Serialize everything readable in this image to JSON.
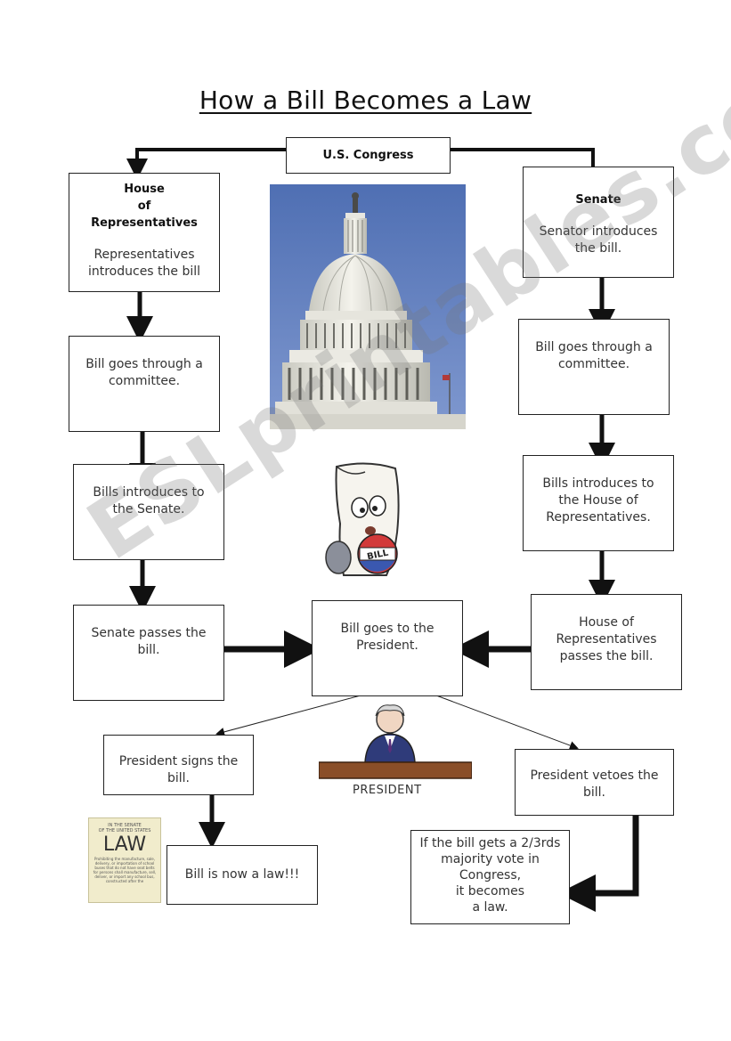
{
  "title": "How a Bill Becomes a Law",
  "root": {
    "label": "U.S. Congress"
  },
  "left": {
    "house_heading": [
      "House",
      "of",
      "Representatives"
    ],
    "house_text": [
      "Representatives",
      "introduces the bill"
    ],
    "committee": [
      "Bill goes through a",
      "committee."
    ],
    "to_senate": [
      "Bills introduces to",
      "the Senate."
    ],
    "senate_passes": [
      "Senate passes the",
      "bill."
    ]
  },
  "right": {
    "senate_heading": "Senate",
    "senate_text": [
      "Senator introduces",
      "the bill."
    ],
    "committee": [
      "Bill goes through a",
      "committee."
    ],
    "to_house": [
      "Bills introduces to",
      "the House of",
      "Representatives."
    ],
    "house_passes": [
      "House of",
      "Representatives",
      "passes the bill."
    ]
  },
  "president": {
    "goes_to": [
      "Bill goes to the",
      "President."
    ]
  },
  "outcomes": {
    "signs": [
      "President signs the",
      "bill."
    ],
    "law": "Bill is now a law!!!",
    "vetoes": [
      "President vetoes the",
      "bill."
    ],
    "override": [
      "If the bill gets a 2/3rds",
      "majority vote in",
      "Congress,",
      "it becomes",
      "a law."
    ]
  },
  "images": {
    "bill_tag": "BILL",
    "president_label": "PRESIDENT",
    "law_doc": {
      "header": [
        "IN THE SENATE",
        "OF THE UNITED STATES"
      ],
      "big": "LAW",
      "fine": "Prohibiting the manufacture, sale, delivery, or importation of school buses that do not have seat belts for persons shall manufacture, sell, deliver, or import any school bus, constructed after the"
    }
  },
  "watermark": "ESLprintables.com"
}
